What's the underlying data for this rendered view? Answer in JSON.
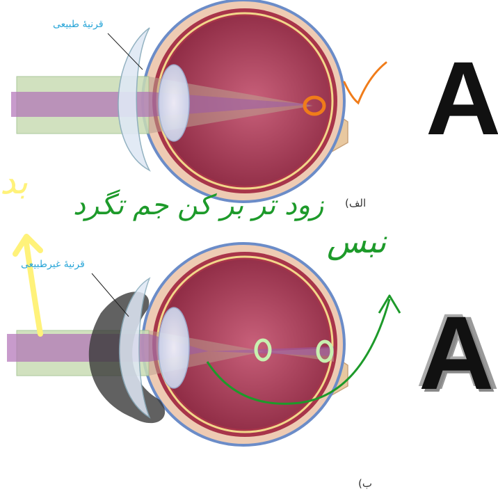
{
  "figure_top": {
    "cornea_label": "قرنیهٔ طبیعی",
    "panel_label": "الف)",
    "letter": "A",
    "colors": {
      "beam_green": "#c9dcb5",
      "beam_purple": "#b070b6",
      "sclera": "#e9c9b3",
      "choroid": "#9e2b3d",
      "check_mark": "#f07c1a"
    }
  },
  "figure_bottom": {
    "cornea_label": "قرنیهٔ غیرطبیعی",
    "panel_label": "ب)",
    "letter": "A"
  },
  "annotations": {
    "green_note_line1": "زود تر بر کن جم تگرد",
    "green_note_line2": "نبس",
    "yellow_note": "بد",
    "ink_colors": {
      "green": "#1d9a2a",
      "yellow": "#fff27a",
      "orange": "#f07c1a",
      "light_green": "#c8f0b0"
    }
  }
}
